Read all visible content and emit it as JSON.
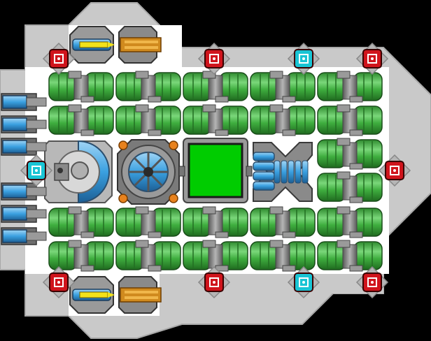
{
  "ship": {
    "hull_color": "#c9c9c9",
    "hull_shadow": "#9c9c9c",
    "interior_color": "#ffffff",
    "weapon_bay_color": "#ffffff",
    "background": "#000000"
  },
  "modules": {
    "fuel_tank_rows": 4,
    "fuel_tank_cols": 5,
    "fuel_tank_color": "#3fae3f",
    "fuel_tank_highlight": "#7ad77a",
    "connector_color": "#8f8f8f",
    "center_row": [
      {
        "name": "shield-generator",
        "type": "shield"
      },
      {
        "name": "reactor",
        "type": "reactor"
      },
      {
        "name": "cargo-bay",
        "type": "cargo",
        "color": "#00cc00"
      },
      {
        "name": "engine-core",
        "type": "engine"
      },
      {
        "name": "fuel-tank-stack",
        "type": "tank"
      }
    ]
  },
  "thrusters": {
    "count": 6,
    "color": "#3aa0e0"
  },
  "weapons": [
    {
      "name": "laser-cannon-top",
      "kind": "laser"
    },
    {
      "name": "missile-launcher-top",
      "kind": "missile"
    },
    {
      "name": "laser-cannon-bottom",
      "kind": "laser"
    },
    {
      "name": "missile-launcher-bottom",
      "kind": "missile"
    }
  ],
  "hardpoints": {
    "red_color": "#d0141c",
    "cyan_color": "#19c4d4"
  }
}
